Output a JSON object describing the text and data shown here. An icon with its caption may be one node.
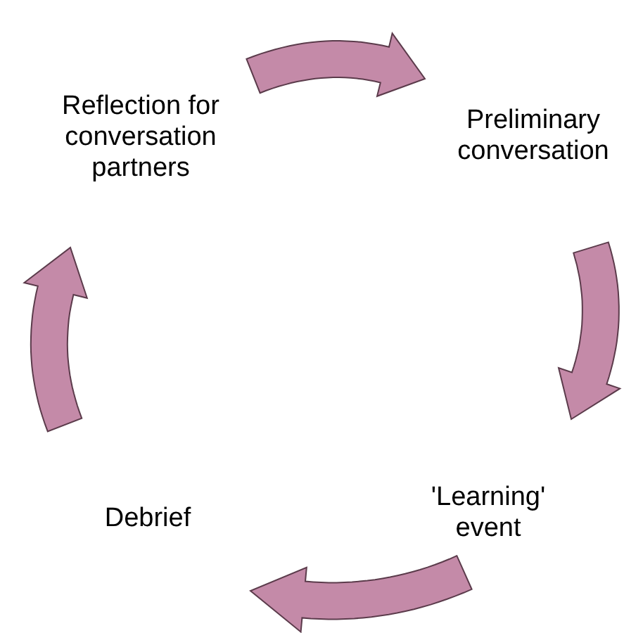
{
  "diagram": {
    "nodes": [
      {
        "text": [
          "Reflection for conversation partners"
        ]
      },
      {
        "text": [
          "Preliminary conversation"
        ]
      },
      {
        "text": [
          "'Learning' event"
        ]
      },
      {
        "text": [
          "Debrief"
        ]
      }
    ],
    "edges": [
      {
        "from": 0,
        "to": 1,
        "arrow": "to"
      },
      {
        "from": 1,
        "to": 2,
        "arrow": "to"
      },
      {
        "from": 2,
        "to": 3,
        "arrow": "to"
      },
      {
        "from": 3,
        "to": 0,
        "arrow": "to"
      }
    ]
  }
}
